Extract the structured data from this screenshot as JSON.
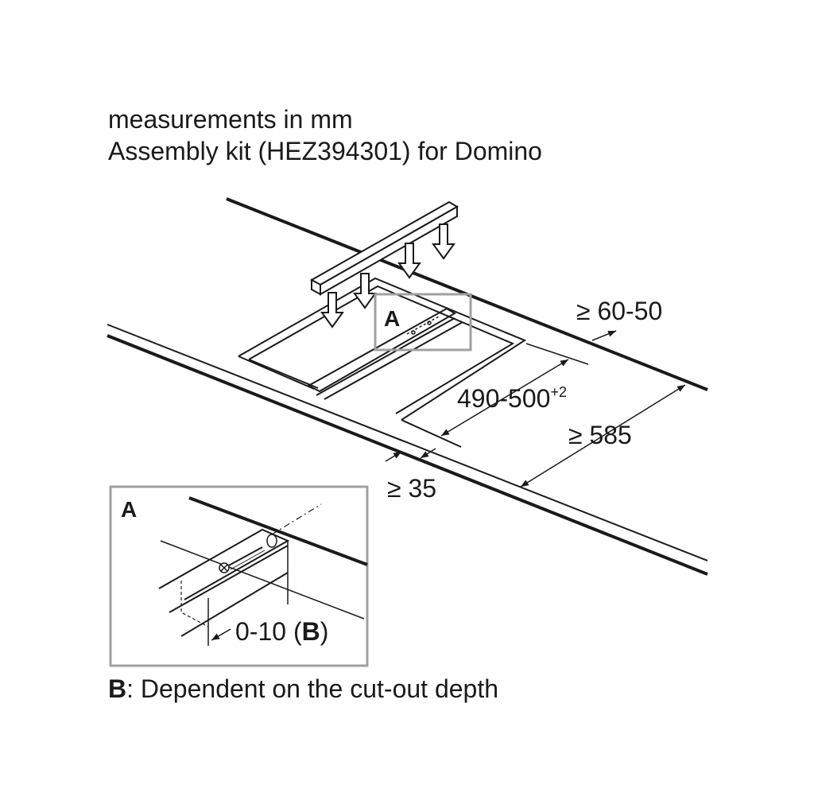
{
  "header": {
    "line1": "measurements in mm",
    "line2": "Assembly kit (HEZ394301) for Domino"
  },
  "labels": {
    "detail_callout": "A",
    "dim_rear_depth": "≥ 60-50",
    "dim_cutout": "490-500",
    "dim_cutout_tolerance": "+2",
    "dim_worktop_depth": "≥ 585",
    "dim_front": "≥ 35"
  },
  "detail": {
    "title": "A",
    "dim_prefix": "0-10 (",
    "dim_bold": "B",
    "dim_suffix": ")"
  },
  "footnote": {
    "key": "B",
    "text": ": Dependent on the cut-out depth"
  },
  "colors": {
    "line": "#1a1a1a",
    "frame": "#a0a0a0"
  }
}
